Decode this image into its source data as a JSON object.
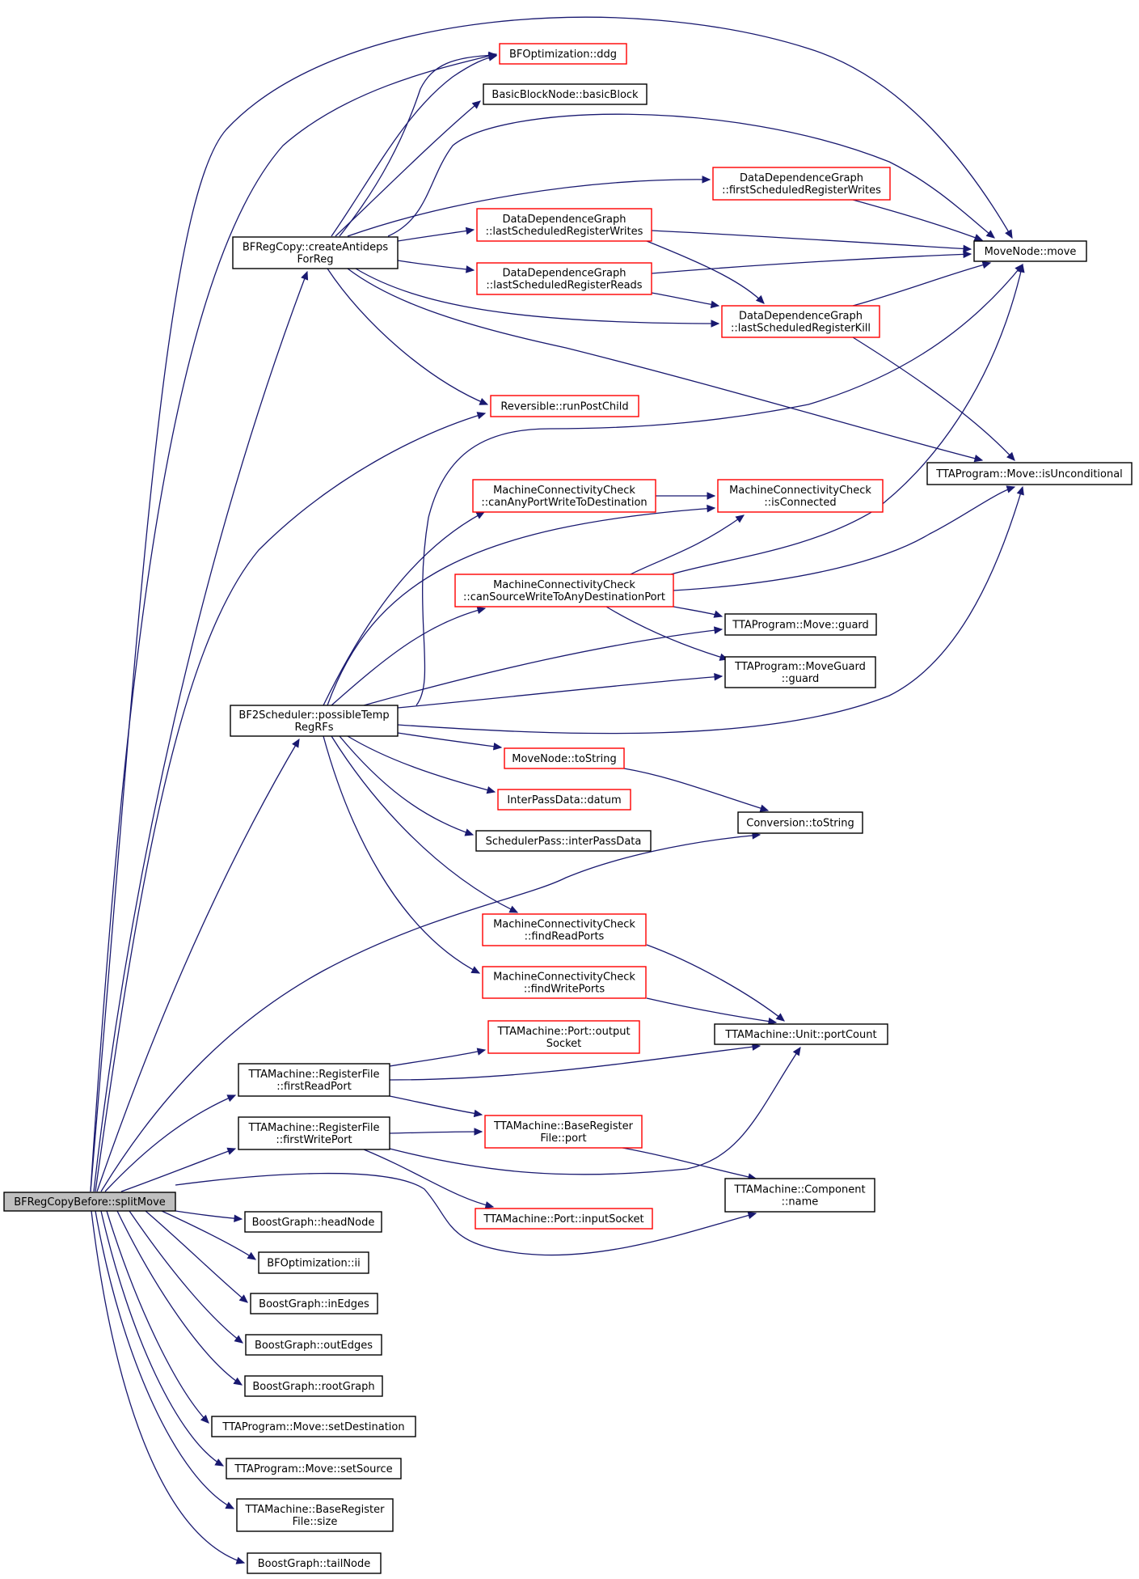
{
  "colors": {
    "edge": "#191970",
    "border_normal": "#000000",
    "border_truncated": "#ff0000",
    "root_fill": "#bfbfbf"
  },
  "nodes": [
    {
      "id": "root",
      "lines": [
        "BFRegCopyBefore::splitMove"
      ],
      "style": "root"
    },
    {
      "id": "bfddg",
      "lines": [
        "BFOptimization::ddg"
      ],
      "style": "red"
    },
    {
      "id": "bbnode",
      "lines": [
        "BasicBlockNode::basicBlock"
      ],
      "style": "black"
    },
    {
      "id": "ddgfsrw",
      "lines": [
        "DataDependenceGraph",
        "::firstScheduledRegisterWrites"
      ],
      "style": "red"
    },
    {
      "id": "createAnti",
      "lines": [
        "BFRegCopy::createAntideps",
        "ForReg"
      ],
      "style": "black"
    },
    {
      "id": "ddglsrw",
      "lines": [
        "DataDependenceGraph",
        "::lastScheduledRegisterWrites"
      ],
      "style": "red"
    },
    {
      "id": "movenode",
      "lines": [
        "MoveNode::move"
      ],
      "style": "black"
    },
    {
      "id": "ddglsrr",
      "lines": [
        "DataDependenceGraph",
        "::lastScheduledRegisterReads"
      ],
      "style": "red"
    },
    {
      "id": "ddglsrk",
      "lines": [
        "DataDependenceGraph",
        "::lastScheduledRegisterKill"
      ],
      "style": "red"
    },
    {
      "id": "revpost",
      "lines": [
        "Reversible::runPostChild"
      ],
      "style": "red"
    },
    {
      "id": "uncond",
      "lines": [
        "TTAProgram::Move::isUnconditional"
      ],
      "style": "black"
    },
    {
      "id": "mccany",
      "lines": [
        "MachineConnectivityCheck",
        "::canAnyPortWriteToDestination"
      ],
      "style": "red"
    },
    {
      "id": "mccconn",
      "lines": [
        "MachineConnectivityCheck",
        "::isConnected"
      ],
      "style": "red"
    },
    {
      "id": "mccsrc",
      "lines": [
        "MachineConnectivityCheck",
        "::canSourceWriteToAnyDestinationPort"
      ],
      "style": "red"
    },
    {
      "id": "moveguard",
      "lines": [
        "TTAProgram::Move::guard"
      ],
      "style": "black"
    },
    {
      "id": "mgguard",
      "lines": [
        "TTAProgram::MoveGuard",
        "::guard"
      ],
      "style": "black"
    },
    {
      "id": "bf2sched",
      "lines": [
        "BF2Scheduler::possibleTemp",
        "RegRFs"
      ],
      "style": "black"
    },
    {
      "id": "mntostr",
      "lines": [
        "MoveNode::toString"
      ],
      "style": "red"
    },
    {
      "id": "ipdatum",
      "lines": [
        "InterPassData::datum"
      ],
      "style": "red"
    },
    {
      "id": "spipd",
      "lines": [
        "SchedulerPass::interPassData"
      ],
      "style": "black"
    },
    {
      "id": "convtostr",
      "lines": [
        "Conversion::toString"
      ],
      "style": "black"
    },
    {
      "id": "mccread",
      "lines": [
        "MachineConnectivityCheck",
        "::findReadPorts"
      ],
      "style": "red"
    },
    {
      "id": "mccwrite",
      "lines": [
        "MachineConnectivityCheck",
        "::findWritePorts"
      ],
      "style": "red"
    },
    {
      "id": "portout",
      "lines": [
        "TTAMachine::Port::output",
        "Socket"
      ],
      "style": "red"
    },
    {
      "id": "portcount",
      "lines": [
        "TTAMachine::Unit::portCount"
      ],
      "style": "black"
    },
    {
      "id": "rffrp",
      "lines": [
        "TTAMachine::RegisterFile",
        "::firstReadPort"
      ],
      "style": "black"
    },
    {
      "id": "rffwp",
      "lines": [
        "TTAMachine::RegisterFile",
        "::firstWritePort"
      ],
      "style": "black"
    },
    {
      "id": "brfport",
      "lines": [
        "TTAMachine::BaseRegister",
        "File::port"
      ],
      "style": "red"
    },
    {
      "id": "compname",
      "lines": [
        "TTAMachine::Component",
        "::name"
      ],
      "style": "black"
    },
    {
      "id": "portin",
      "lines": [
        "TTAMachine::Port::inputSocket"
      ],
      "style": "red"
    },
    {
      "id": "bghead",
      "lines": [
        "BoostGraph::headNode"
      ],
      "style": "black"
    },
    {
      "id": "bfii",
      "lines": [
        "BFOptimization::ii"
      ],
      "style": "black"
    },
    {
      "id": "bginedges",
      "lines": [
        "BoostGraph::inEdges"
      ],
      "style": "black"
    },
    {
      "id": "bgoutedges",
      "lines": [
        "BoostGraph::outEdges"
      ],
      "style": "black"
    },
    {
      "id": "bgroot",
      "lines": [
        "BoostGraph::rootGraph"
      ],
      "style": "black"
    },
    {
      "id": "setdest",
      "lines": [
        "TTAProgram::Move::setDestination"
      ],
      "style": "black"
    },
    {
      "id": "setsrc",
      "lines": [
        "TTAProgram::Move::setSource"
      ],
      "style": "black"
    },
    {
      "id": "brfsize",
      "lines": [
        "TTAMachine::BaseRegister",
        "File::size"
      ],
      "style": "black"
    },
    {
      "id": "bgtail",
      "lines": [
        "BoostGraph::tailNode"
      ],
      "style": "black"
    }
  ]
}
